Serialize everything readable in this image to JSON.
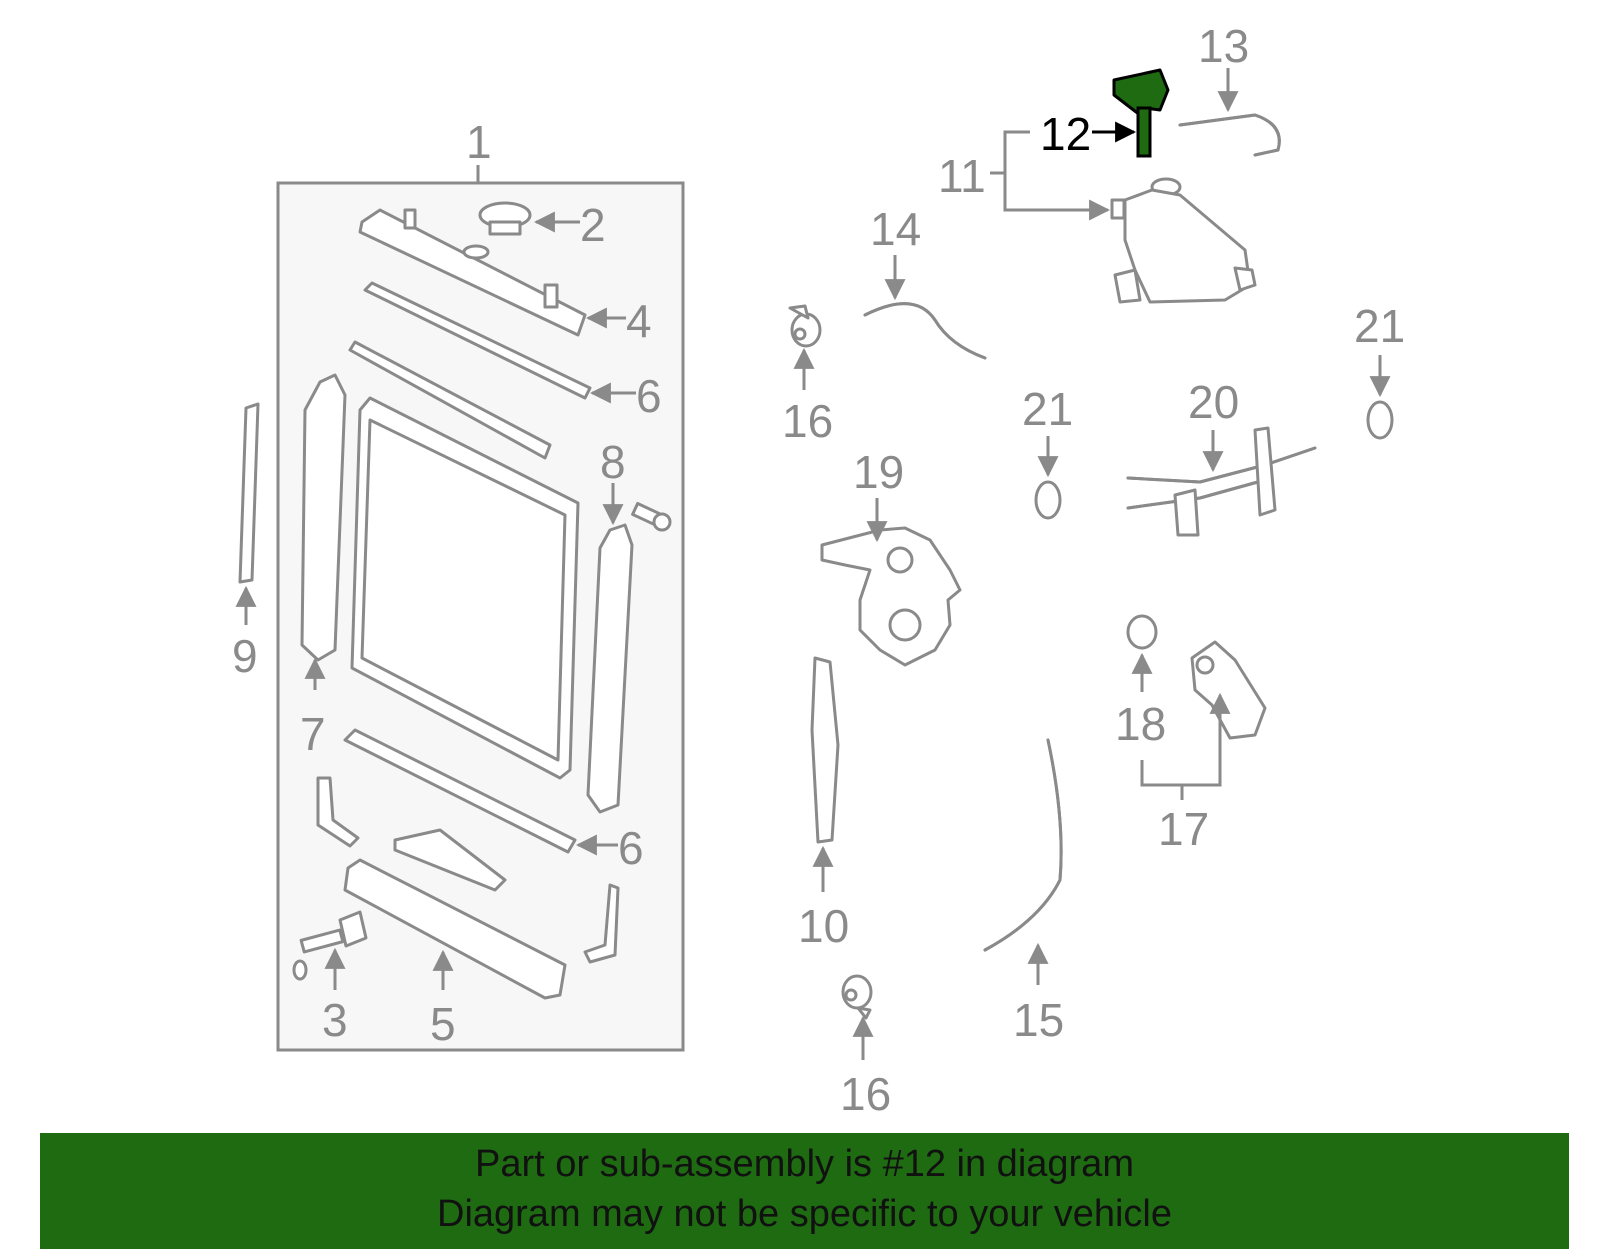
{
  "diagram": {
    "highlight_color": "#1e6b12",
    "part_color": "#8a8a8a",
    "labels": {
      "p1": "1",
      "p2": "2",
      "p3": "3",
      "p4": "4",
      "p5": "5",
      "p6a": "6",
      "p6b": "6",
      "p7": "7",
      "p8": "8",
      "p9": "9",
      "p10": "10",
      "p11": "11",
      "p12": "12",
      "p13": "13",
      "p14": "14",
      "p15": "15",
      "p16a": "16",
      "p16b": "16",
      "p17": "17",
      "p18": "18",
      "p19": "19",
      "p20": "20",
      "p21a": "21",
      "p21b": "21"
    }
  },
  "banner": {
    "line1": "Part or sub-assembly is #12 in diagram",
    "line2": "Diagram may not be specific to your vehicle",
    "background": "#1e6b12"
  }
}
